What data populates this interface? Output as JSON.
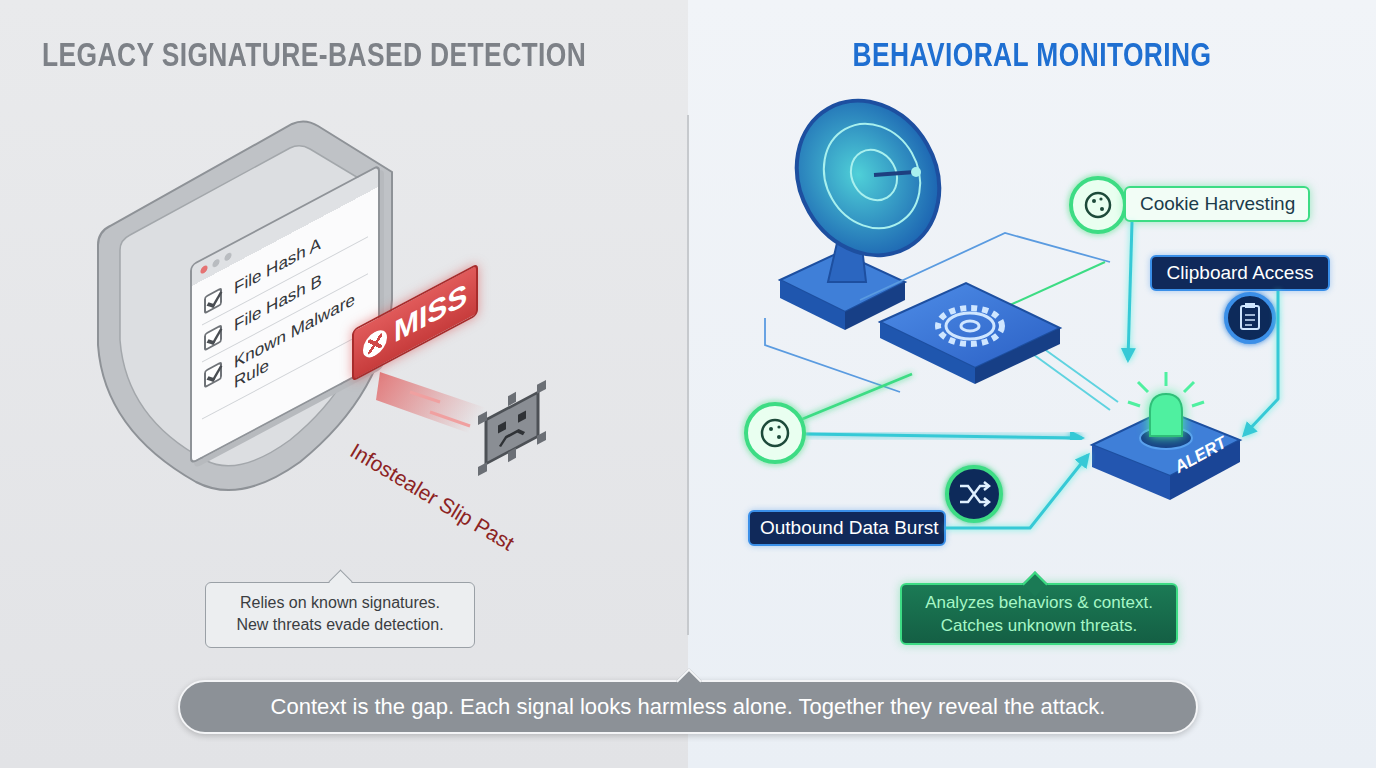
{
  "diagram": {
    "caption": "Context is the gap. Each signal looks harmless alone. Together they reveal the attack.",
    "nodes": [
      {
        "text": [
          "LEGACY SIGNATURE-BASED DETECTION"
        ]
      },
      {
        "text": [
          "File Hash A",
          "File Hash B",
          "Known Malware Rule"
        ],
        "in": 0
      },
      {
        "text": [
          "MISS"
        ],
        "in": 0
      },
      {
        "text": [
          "Relies on known signatures. New threats evade detection."
        ],
        "in": 0
      },
      {
        "text": [
          "BEHAVIORAL MONITORING"
        ]
      },
      {
        "text": [
          "Cookie Harvesting"
        ],
        "in": 4
      },
      {
        "text": [
          "Clipboard Access"
        ],
        "in": 4
      },
      {
        "text": [
          "ALERT"
        ],
        "in": 4
      },
      {
        "text": [
          "Outbound Data Burst"
        ],
        "in": 4
      },
      {
        "text": [
          "Analyzes behaviors & context. Catches unknown threats."
        ],
        "in": 4
      }
    ],
    "edges": [
      {
        "from": 5,
        "to": 7,
        "arrow": "to"
      },
      {
        "from": 6,
        "to": 7,
        "arrow": "to"
      },
      {
        "from": 8,
        "to": 7,
        "arrow": "to"
      }
    ],
    "labels": [
      "Infostealer Slip Past"
    ]
  }
}
